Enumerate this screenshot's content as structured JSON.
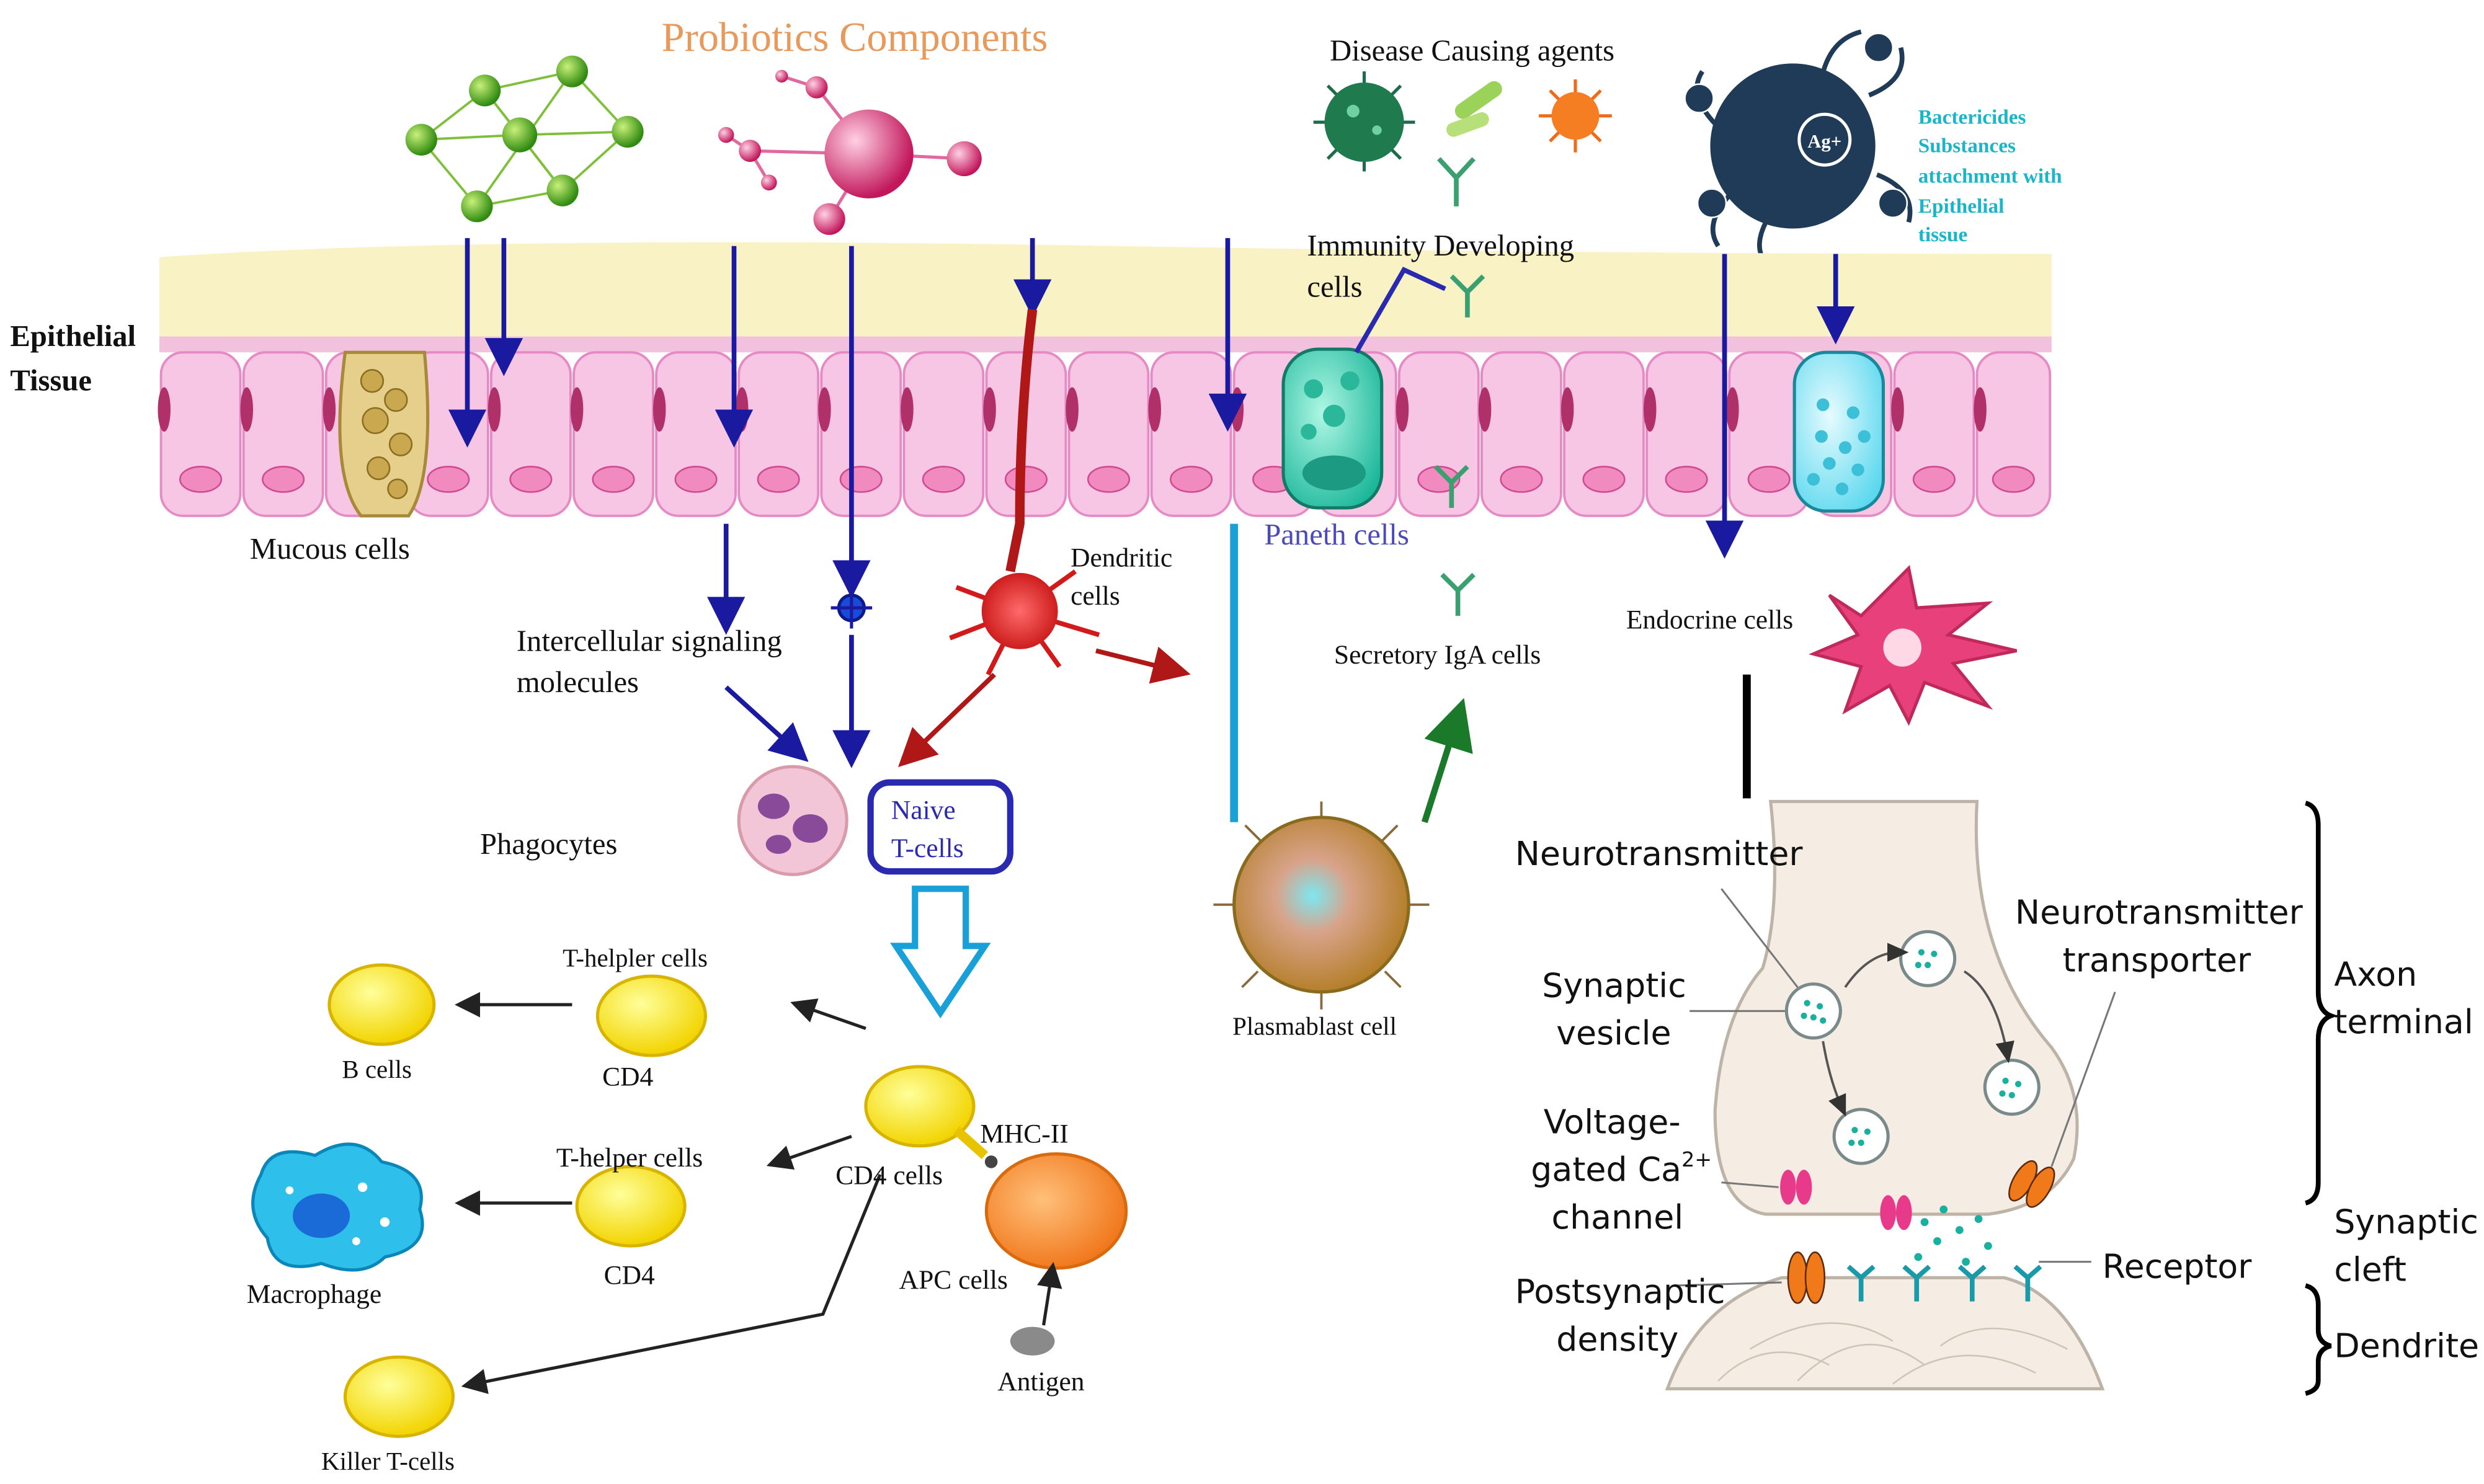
{
  "title": "Probiotics Components",
  "labels": {
    "epithelial_line1": "Epithelial",
    "epithelial_line2": "Tissue",
    "disease_agents": "Disease Causing agents",
    "bactericides": [
      "Bactericides",
      "Substances",
      "attachment with",
      "Epithelial",
      "tissue"
    ],
    "immunity_line1": "Immunity Developing",
    "immunity_line2": "cells",
    "mucous": "Mucous cells",
    "paneth": "Paneth cells",
    "dendritic_line1": "Dendritic",
    "dendritic_line2": "cells",
    "intercellular_line1": "Intercellular signaling",
    "intercellular_line2": "molecules",
    "secretory": "Secretory IgA cells",
    "endocrine": "Endocrine cells",
    "phagocytes": "Phagocytes",
    "naive_line1": "Naive",
    "naive_line2": "T-cells",
    "plasmablast": "Plasmablast cell",
    "t_helper_1": "T-helpler cells",
    "cd4_1": "CD4",
    "b_cells": "B cells",
    "t_helper_2": "T-helper cells",
    "cd4_2": "CD4",
    "macrophage": "Macrophage",
    "cd4_cells": "CD4 cells",
    "mhc": "MHC-II",
    "apc": "APC cells",
    "antigen": "Antigen",
    "killer": "Killer T-cells",
    "ag": "Ag+"
  },
  "synapse": {
    "neurotransmitter": "Neurotransmitter",
    "synaptic_line1": "Synaptic",
    "synaptic_line2": "vesicle",
    "ntransporter_line1": "Neurotransmitter",
    "ntransporter_line2": "transporter",
    "voltage_line1": "Voltage-",
    "voltage_line2": "gated Ca",
    "voltage_sup": "2+",
    "voltage_line3": "channel",
    "receptor": "Receptor",
    "postsyn_line1": "Postsynaptic",
    "postsyn_line2": "density",
    "axon_line1": "Axon",
    "axon_line2": "terminal",
    "cleft_line1": "Synaptic",
    "cleft_line2": "cleft",
    "dendrite": "Dendrite"
  },
  "colors": {
    "title": "#e8995c",
    "arrow_blue": "#1a1aa0",
    "arrow_red": "#b01818",
    "arrow_cyan": "#1aa0d8",
    "arrow_green": "#1a7a2a",
    "cell_pink": "#f7c6e4",
    "mucus_band": "#f9f2c4",
    "bactericide_text": "#19b6c8",
    "naive_box": "#2a2ab0",
    "paneth_text": "#4a4ab8"
  }
}
